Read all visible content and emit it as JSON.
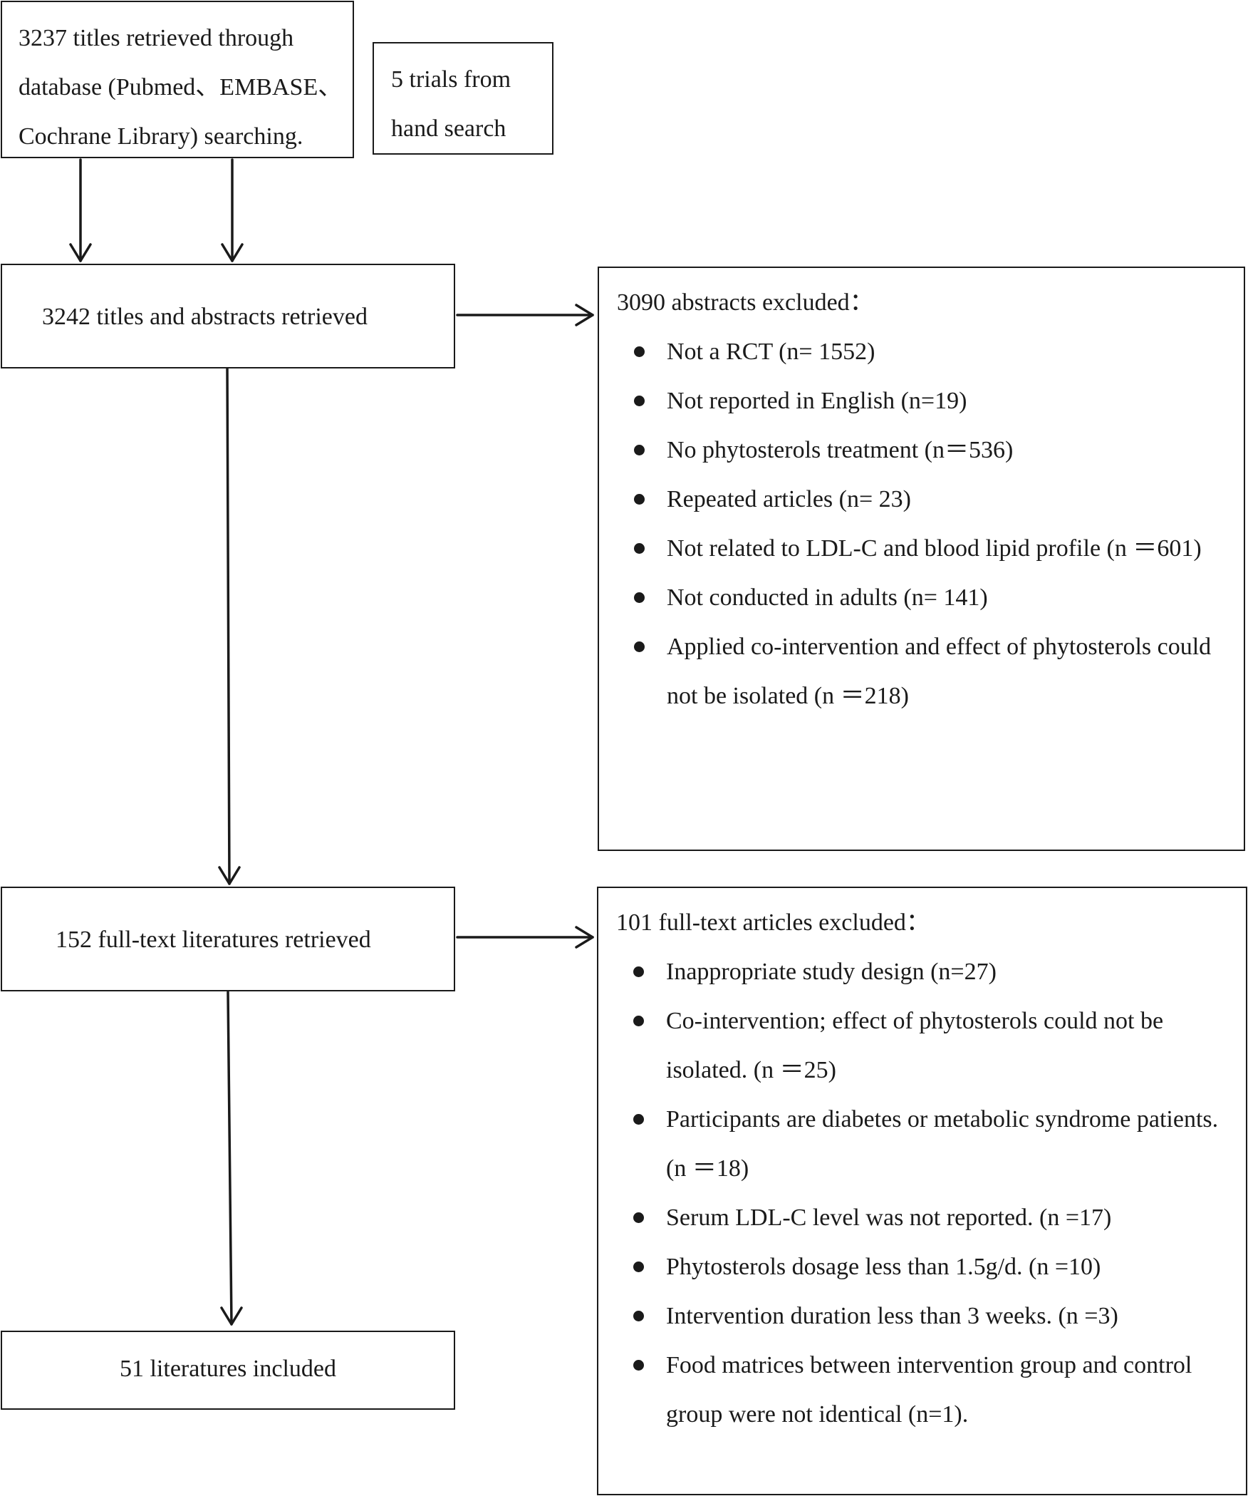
{
  "diagram": {
    "identification_box": {
      "lines": [
        "3237   titles retrieved through",
        "database (Pubmed、EMBASE、",
        "Cochrane Library) searching."
      ]
    },
    "hand_search_box": {
      "lines": [
        "5 trials from",
        "hand search"
      ]
    },
    "screening_box": {
      "text": "3242 titles and abstracts retrieved"
    },
    "abstract_exclusion_box": {
      "title": "3090 abstracts excluded：",
      "items": [
        "Not a RCT (n= 1552)",
        "Not reported in English (n=19)",
        "No phytosterols treatment (n＝536)",
        "Repeated articles (n= 23)",
        "Not related to LDL-C and blood lipid profile (n ＝601)",
        "Not conducted in adults (n= 141)",
        "Applied co-intervention and effect of  phytosterols could not be isolated (n ＝218)"
      ]
    },
    "eligibility_box": {
      "text": "152 full-text literatures retrieved"
    },
    "fulltext_exclusion_box": {
      "title": "101 full-text articles excluded：",
      "items": [
        "Inappropriate study  design (n=27)",
        "Co-intervention; effect of      phytosterols   could not be isolated. (n ＝25)",
        "Participants are       diabetes or metabolic syndrome patients. (n ＝18)",
        "Serum LDL-C level was not reported. (n  =17)",
        "Phytosterols dosage less than 1.5g/d. (n =10)",
        "Intervention duration less than 3 weeks. (n   =3)",
        "Food matrices between intervention group and control group were not identical (n=1)."
      ]
    },
    "included_box": {
      "text": "51 literatures included"
    }
  }
}
